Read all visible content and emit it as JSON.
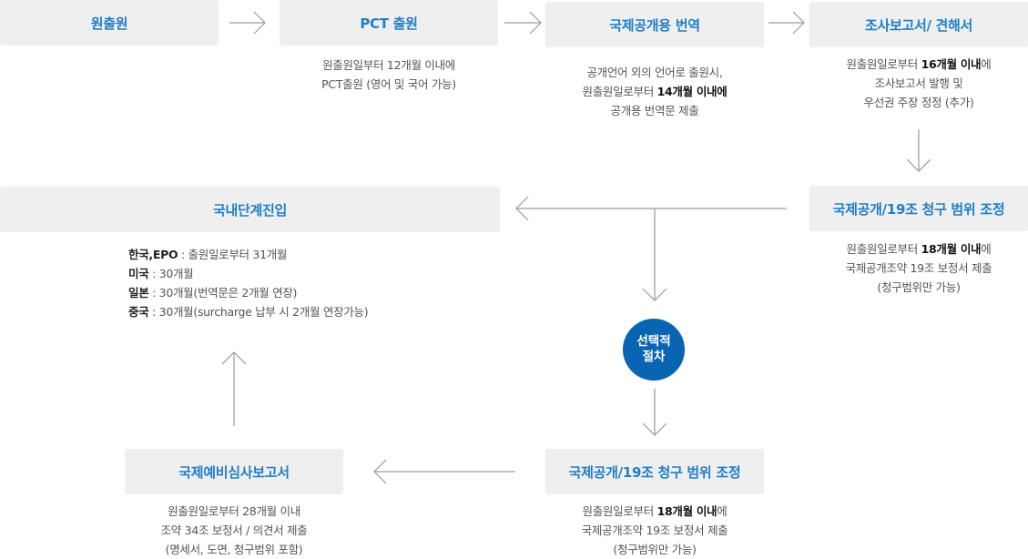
{
  "nodes": {
    "filing": {
      "title": "원출원"
    },
    "pct": {
      "title": "PCT 출원",
      "desc": [
        "원출원일부터 12개월 이내에",
        "PCT출원 (영어 및 국어 가능)"
      ]
    },
    "translation": {
      "title": "국제공개용 번역",
      "line1": "공개언어 외의 언어로 출원시,",
      "line2_pre": "원출원일로부터 ",
      "line2_bold": "14개월 이내에",
      "line3": "공개용 번역문 제출"
    },
    "search_report": {
      "title": "조사보고서/ 견해서",
      "line1_pre": "원출원일로부터 ",
      "line1_bold": "16개월 이내",
      "line1_post": "에",
      "line2": "조사보고서 발행 및",
      "line3": "우선권 주장 정정 (추가)"
    },
    "pub_right": {
      "title": "국제공개/19조 청구 범위 조정",
      "line1_pre": "원출원일로부터 ",
      "line1_bold": "18개월 이내",
      "line1_post": "에",
      "line2": "국제공개조약 19조 보정서 제출",
      "line3": "(청구범위만 가능)"
    },
    "national": {
      "title": "국내단계진입",
      "rows": [
        {
          "key": "한국,EPO",
          "value": " : 출원일로부터 31개월"
        },
        {
          "key": "미국",
          "value": " : 30개월"
        },
        {
          "key": "일본",
          "value": " : 30개월(번역문은 2개월 연장)"
        },
        {
          "key": "중국",
          "value": " : 30개월(surcharge 납부 시 2개월 연장가능)"
        }
      ]
    },
    "optional": {
      "line1": "선택적",
      "line2": "절차"
    },
    "pub_bottom": {
      "title": "국제공개/19조 청구 범위 조정",
      "line1_pre": "원출원일로부터 ",
      "line1_bold": "18개월 이내",
      "line1_post": "에",
      "line2": "국제공개조약 19조 보정서 제출",
      "line3": "(청구범위만 가능)"
    },
    "prelim": {
      "title": "국제예비심사보고서",
      "desc": [
        "원출원일로부터 28개월 이내",
        "조약 34조 보정서 / 의견서 제출",
        "(명세서, 도면, 청구범위 포함)"
      ]
    }
  },
  "colors": {
    "accent": "#1f7fc7",
    "circle": "#0a64b4",
    "box_bg": "#efefef",
    "arrow": "#9a9a9a"
  }
}
